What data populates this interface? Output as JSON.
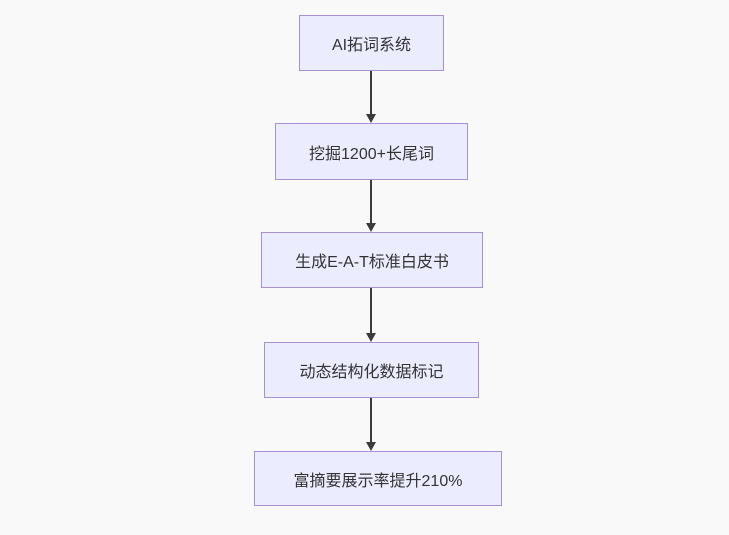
{
  "diagram": {
    "type": "flowchart",
    "direction": "top-down",
    "nodes": [
      {
        "id": "n0",
        "label": "AI拓词系统"
      },
      {
        "id": "n1",
        "label": "挖掘1200+长尾词"
      },
      {
        "id": "n2",
        "label": "生成E-A-T标准白皮书"
      },
      {
        "id": "n3",
        "label": "动态结构化数据标记"
      },
      {
        "id": "n4",
        "label": "富摘要展示率提升210%"
      }
    ],
    "edges": [
      {
        "from": "n0",
        "to": "n1"
      },
      {
        "from": "n1",
        "to": "n2"
      },
      {
        "from": "n2",
        "to": "n3"
      },
      {
        "from": "n3",
        "to": "n4"
      }
    ],
    "colors": {
      "background": "#f9f9f9",
      "node-fill": "#ececff",
      "node-border": "#a98fd4",
      "text": "#333333",
      "arrow": "#3b3b3b"
    }
  }
}
